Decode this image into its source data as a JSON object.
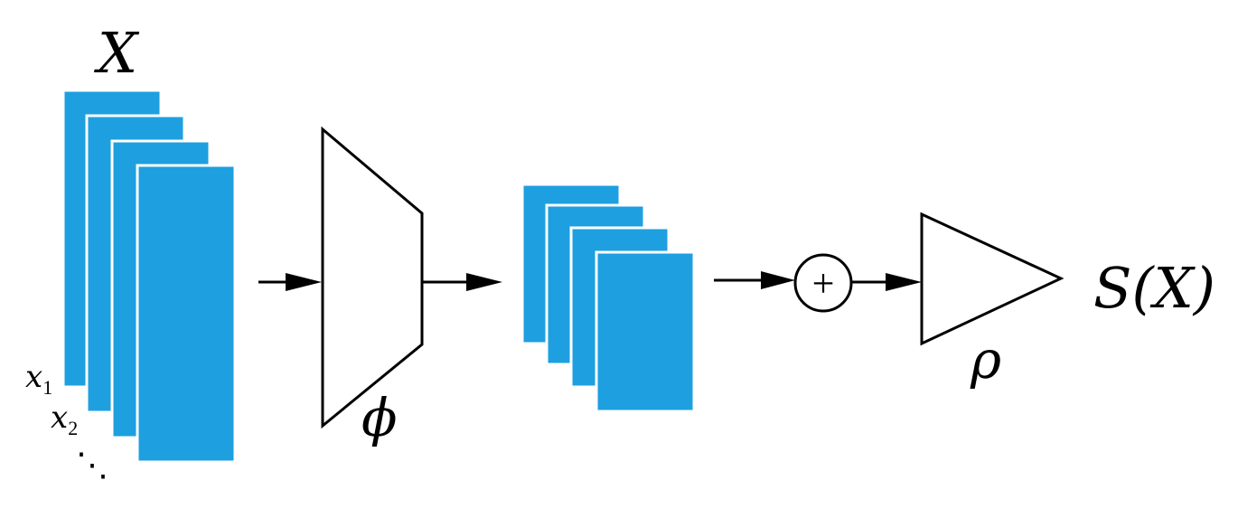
{
  "colors": {
    "card_fill": "#1e9fe0",
    "stroke": "#000000",
    "background": "#ffffff"
  },
  "input_set": {
    "label": "X",
    "element_labels": {
      "first_symbol": "x",
      "first_index": "1",
      "second_symbol": "x",
      "second_index": "2",
      "ellipsis": "⋱"
    },
    "card_count": 4
  },
  "encoder": {
    "label": "ϕ"
  },
  "embeddings": {
    "card_count": 4
  },
  "aggregator": {
    "symbol": "+"
  },
  "decoder": {
    "label": "ρ"
  },
  "output": {
    "label": "S(X)"
  },
  "icons": {
    "arrow": "arrow-right-icon",
    "sum": "circled-plus-icon"
  }
}
